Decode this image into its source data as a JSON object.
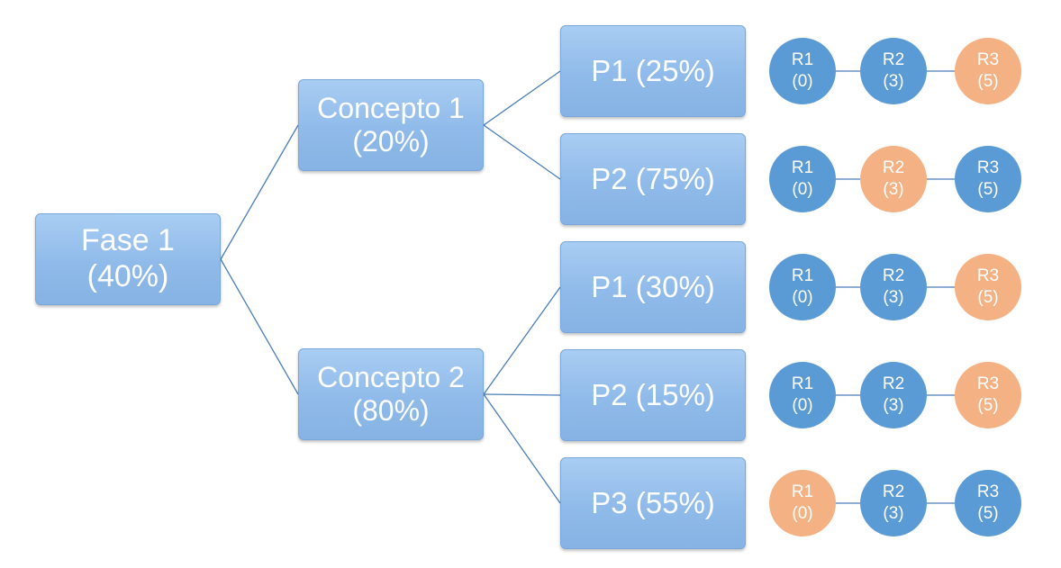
{
  "phase": {
    "name": "Fase 1",
    "weight": "(40%)"
  },
  "concepts": [
    {
      "name": "Concepto 1",
      "weight": "(20%)",
      "params": [
        {
          "label": "P1 (25%)",
          "results": [
            {
              "label": "R1",
              "value": "(0)",
              "color": "blue"
            },
            {
              "label": "R2",
              "value": "(3)",
              "color": "blue"
            },
            {
              "label": "R3",
              "value": "(5)",
              "color": "orange"
            }
          ]
        },
        {
          "label": "P2 (75%)",
          "results": [
            {
              "label": "R1",
              "value": "(0)",
              "color": "blue"
            },
            {
              "label": "R2",
              "value": "(3)",
              "color": "orange"
            },
            {
              "label": "R3",
              "value": "(5)",
              "color": "blue"
            }
          ]
        }
      ]
    },
    {
      "name": "Concepto 2",
      "weight": "(80%)",
      "params": [
        {
          "label": "P1 (30%)",
          "results": [
            {
              "label": "R1",
              "value": "(0)",
              "color": "blue"
            },
            {
              "label": "R2",
              "value": "(3)",
              "color": "blue"
            },
            {
              "label": "R3",
              "value": "(5)",
              "color": "orange"
            }
          ]
        },
        {
          "label": "P2 (15%)",
          "results": [
            {
              "label": "R1",
              "value": "(0)",
              "color": "blue"
            },
            {
              "label": "R2",
              "value": "(3)",
              "color": "blue"
            },
            {
              "label": "R3",
              "value": "(5)",
              "color": "orange"
            }
          ]
        },
        {
          "label": "P3 (55%)",
          "results": [
            {
              "label": "R1",
              "value": "(0)",
              "color": "orange"
            },
            {
              "label": "R2",
              "value": "(3)",
              "color": "blue"
            },
            {
              "label": "R3",
              "value": "(5)",
              "color": "blue"
            }
          ]
        }
      ]
    }
  ],
  "colors": {
    "blue": "#5b9bd5",
    "orange": "#f4b183",
    "box": "#8fbae9",
    "line": "#4a7ebb"
  }
}
